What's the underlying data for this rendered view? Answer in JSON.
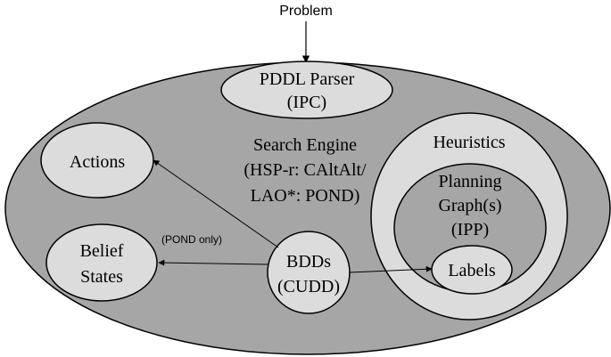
{
  "diagram": {
    "input_label": "Problem",
    "parser": {
      "line1": "PDDL Parser",
      "line2": "(IPC)"
    },
    "search_engine": {
      "line1": "Search Engine",
      "line2": "(HSP-r: CAltAlt/",
      "line3": "LAO*: POND)"
    },
    "actions": {
      "label": "Actions"
    },
    "belief_states": {
      "line1": "Belief",
      "line2": "States"
    },
    "bdds": {
      "line1": "BDDs",
      "line2": "(CUDD)"
    },
    "edge_note": "(POND only)",
    "heuristics": {
      "label": "Heuristics"
    },
    "planning_graph": {
      "line1": "Planning",
      "line2": "Graph(s)",
      "line3": "(IPP)"
    },
    "labels": {
      "label": "Labels"
    },
    "colors": {
      "outer_fill": "#a6a6a6",
      "node_fill": "#dcdcdc",
      "stroke": "#000000"
    }
  }
}
